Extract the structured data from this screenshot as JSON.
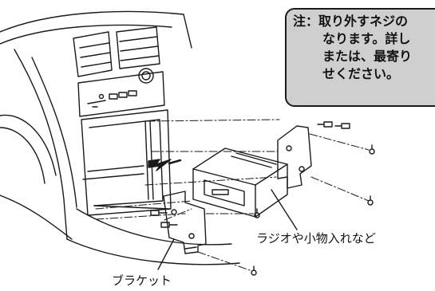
{
  "note": {
    "lines": [
      "注：取り外すネジの",
      "なります。詳し",
      "または、最寄り",
      "せください。"
    ]
  },
  "labels": {
    "radio": "ラジオや小物入れなど",
    "bracket": "ブラケット"
  },
  "colors": {
    "note_fill": "#cfcfcf",
    "line": "#1a1a1a"
  }
}
